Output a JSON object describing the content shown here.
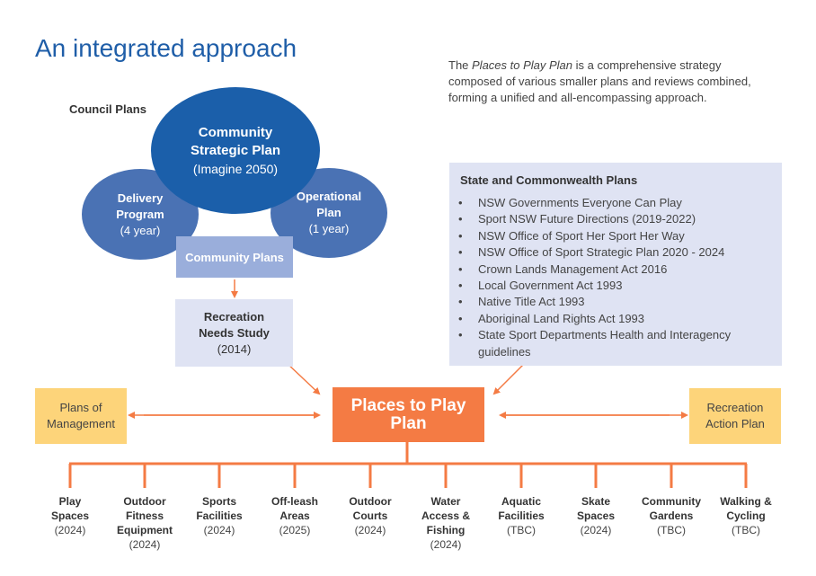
{
  "title": "An integrated approach",
  "intro": {
    "before": "The ",
    "emphasis": "Places to Play Plan",
    "after": " is a comprehensive strategy composed of various smaller plans and reviews combined, forming a unified and all-encompassing approach."
  },
  "council_plans_label": "Council Plans",
  "csp": {
    "line1": "Community",
    "line2": "Strategic Plan",
    "sub": "(Imagine 2050)"
  },
  "delivery": {
    "line1": "Delivery",
    "line2": "Program",
    "sub": "(4 year)"
  },
  "operational": {
    "line1": "Operational",
    "line2": "Plan",
    "sub": "(1 year)"
  },
  "community_plans": "Community Plans",
  "rns": {
    "line1": "Recreation",
    "line2": "Needs Study",
    "sub": "(2014)"
  },
  "state": {
    "title": "State and Commonwealth Plans",
    "bullet": "•",
    "items": [
      "NSW Governments Everyone Can Play",
      "Sport NSW Future Directions (2019-2022)",
      "NSW Office of Sport Her Sport Her Way",
      "NSW Office of Sport Strategic Plan 2020 - 2024",
      "Crown Lands Management Act 2016",
      "Local Government Act 1993",
      "Native Title Act 1993",
      "Aboriginal Land Rights Act 1993",
      "State Sport Departments Health and Interagency guidelines"
    ]
  },
  "plans_of_management": {
    "line1": "Plans of",
    "line2": "Management"
  },
  "recreation_action_plan": {
    "line1": "Recreation",
    "line2": "Action Plan"
  },
  "places_to_play": {
    "line1": "Places to Play",
    "line2": "Plan"
  },
  "leaves": [
    {
      "l1": "Play",
      "l2": "Spaces",
      "l3": "",
      "sub": "(2024)"
    },
    {
      "l1": "Outdoor",
      "l2": "Fitness",
      "l3": "Equipment",
      "sub": "(2024)"
    },
    {
      "l1": "Sports",
      "l2": "Facilities",
      "l3": "",
      "sub": "(2024)"
    },
    {
      "l1": "Off-leash",
      "l2": "Areas",
      "l3": "",
      "sub": "(2025)"
    },
    {
      "l1": "Outdoor",
      "l2": "Courts",
      "l3": "",
      "sub": "(2024)"
    },
    {
      "l1": "Water",
      "l2": "Access &",
      "l3": "Fishing",
      "sub": "(2024)"
    },
    {
      "l1": "Aquatic",
      "l2": "Facilities",
      "l3": "",
      "sub": "(TBC)"
    },
    {
      "l1": "Skate",
      "l2": "Spaces",
      "l3": "",
      "sub": "(2024)"
    },
    {
      "l1": "Community",
      "l2": "Gardens",
      "l3": "",
      "sub": "(TBC)"
    },
    {
      "l1": "Walking &",
      "l2": "Cycling",
      "l3": "",
      "sub": "(TBC)"
    }
  ],
  "colors": {
    "title_blue": "#1f5ea8",
    "csp_blue": "#1b5faa",
    "ellipse_blue": "#4a72b4",
    "community_plans_blue": "#9aaedb",
    "panel_lavender": "#dfe3f3",
    "orange": "#f47b44",
    "yellow": "#fdd47a"
  }
}
